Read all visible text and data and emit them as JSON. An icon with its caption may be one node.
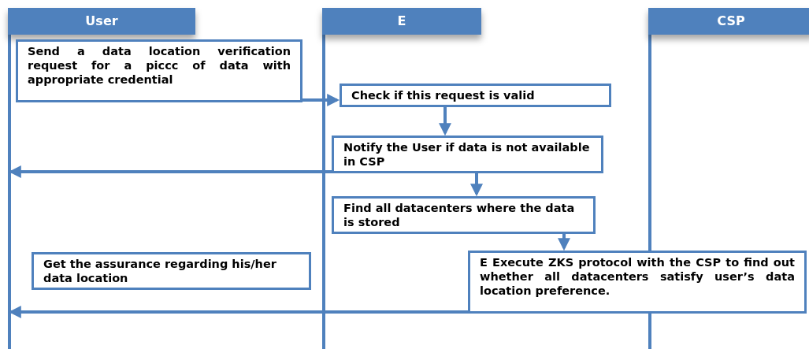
{
  "diagram": {
    "nodes": [
      {
        "text": [
          "User"
        ]
      },
      {
        "text": [
          "E"
        ]
      },
      {
        "text": [
          "CSP"
        ]
      },
      {
        "text": [
          "Send a data location verification request for a piccc of data with appropriate credential"
        ]
      },
      {
        "text": [
          "Check if this request is valid"
        ]
      },
      {
        "text": [
          "Notify the User if data is not available in CSP"
        ]
      },
      {
        "text": [
          "Find all datacenters where the data is stored"
        ]
      },
      {
        "text": [
          "E Execute ZKS protocol with the CSP to find out whether all datacenters satisfy user’s data location preference."
        ]
      },
      {
        "text": [
          "Get the assurance regarding his/her data location"
        ]
      }
    ],
    "edges": [
      {
        "from": 3,
        "to": 4,
        "arrow": "to"
      },
      {
        "from": 4,
        "to": 5,
        "arrow": "to"
      },
      {
        "from": 5,
        "to": null,
        "arrow": "to"
      },
      {
        "from": 5,
        "to": 6,
        "arrow": "to"
      },
      {
        "from": 6,
        "to": 7,
        "arrow": "to"
      },
      {
        "from": 7,
        "to": null,
        "arrow": "to"
      }
    ]
  }
}
